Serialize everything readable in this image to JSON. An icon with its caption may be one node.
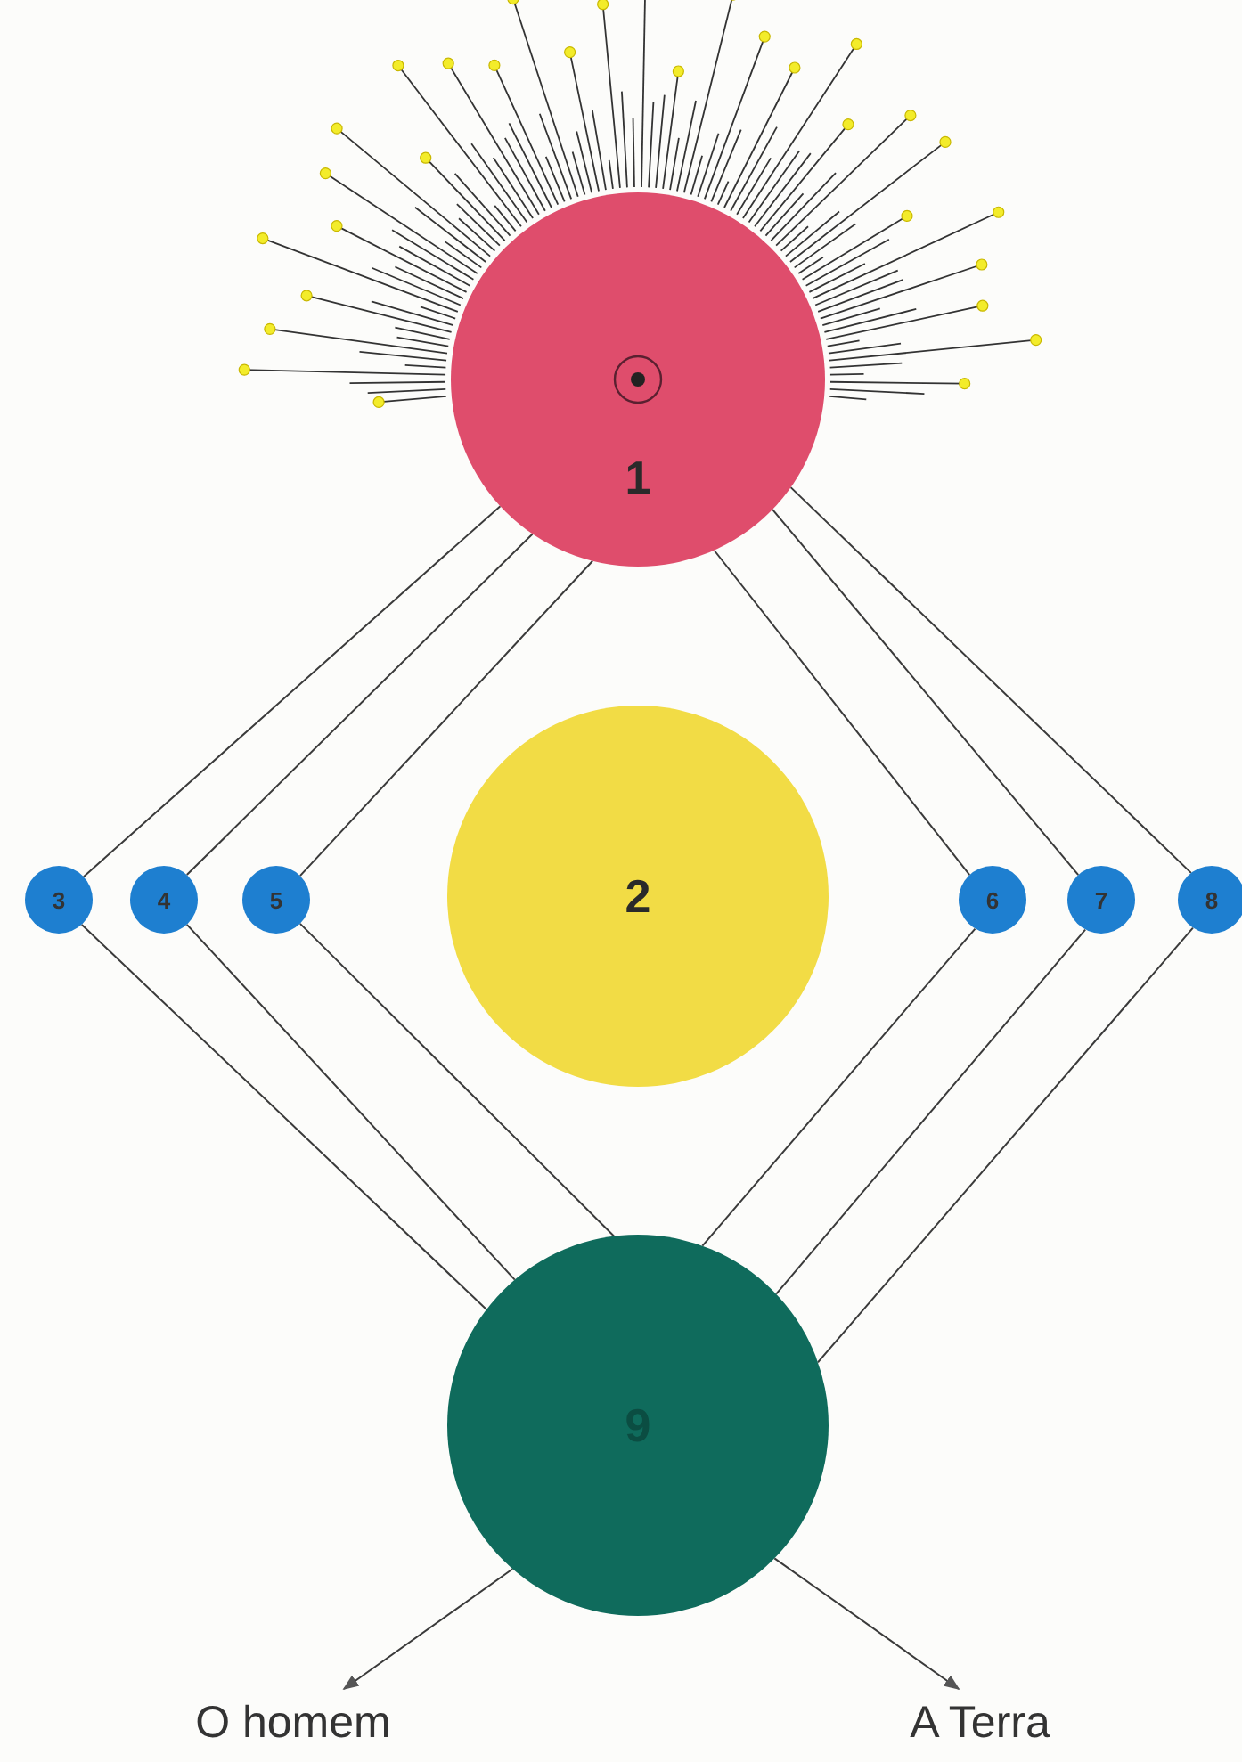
{
  "diagram": {
    "nodes": [
      {
        "text": [
          "1"
        ]
      },
      {
        "text": [
          "2"
        ]
      },
      {
        "text": [
          "3"
        ]
      },
      {
        "text": [
          "4"
        ]
      },
      {
        "text": [
          "5"
        ]
      },
      {
        "text": [
          "6"
        ]
      },
      {
        "text": [
          "7"
        ]
      },
      {
        "text": [
          "8"
        ]
      },
      {
        "text": [
          "9"
        ]
      },
      {
        "text": [
          "O homem"
        ]
      },
      {
        "text": [
          "A Terra"
        ]
      }
    ],
    "edges": [
      {
        "from": 0,
        "to": 2,
        "arrow": "none"
      },
      {
        "from": 0,
        "to": 3,
        "arrow": "none"
      },
      {
        "from": 0,
        "to": 4,
        "arrow": "none"
      },
      {
        "from": 0,
        "to": 5,
        "arrow": "none"
      },
      {
        "from": 0,
        "to": 6,
        "arrow": "none"
      },
      {
        "from": 0,
        "to": 7,
        "arrow": "none"
      },
      {
        "from": 2,
        "to": 8,
        "arrow": "none"
      },
      {
        "from": 3,
        "to": 8,
        "arrow": "none"
      },
      {
        "from": 4,
        "to": 8,
        "arrow": "none"
      },
      {
        "from": 5,
        "to": 8,
        "arrow": "none"
      },
      {
        "from": 6,
        "to": 8,
        "arrow": "none"
      },
      {
        "from": 7,
        "to": 8,
        "arrow": "none"
      },
      {
        "from": 8,
        "to": 9,
        "arrow": "to"
      },
      {
        "from": 8,
        "to": 10,
        "arrow": "to"
      }
    ]
  }
}
